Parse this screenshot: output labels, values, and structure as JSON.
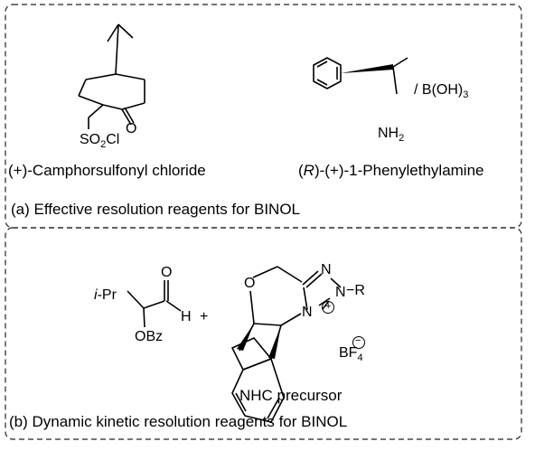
{
  "panel_a": {
    "caption": "(a) Effective resolution reagents for BINOL",
    "reagent_1": {
      "name": "(+)-Camphorsulfonyl chloride",
      "so2cl_so": "SO",
      "so2cl_sub": "2",
      "so2cl_cl": "Cl",
      "carbonyl_o": "O"
    },
    "reagent_2": {
      "name_prefix": "(",
      "name_r": "R",
      "name_suffix": ")-(+)-1-Phenylethylamine",
      "amine_nh": "NH",
      "amine_sub": "2",
      "additive": "/ B(OH)",
      "additive_sub": "3"
    }
  },
  "panel_b": {
    "caption": "(b) Dynamic kinetic resolution reagents for BINOL",
    "aldehyde": {
      "ipr_i": "i",
      "ipr_rest": "-Pr",
      "o": "O",
      "h": "H",
      "obz": "OBz"
    },
    "plus": "+",
    "nhc": {
      "o_ring": "O",
      "n_top": "N",
      "n_right": "N",
      "r_group": "−R",
      "n_bottom": "N",
      "plus_charge": "+",
      "bf4": "BF",
      "bf4_sub": "4",
      "minus_charge": "−",
      "label": "NHC precursor"
    }
  }
}
